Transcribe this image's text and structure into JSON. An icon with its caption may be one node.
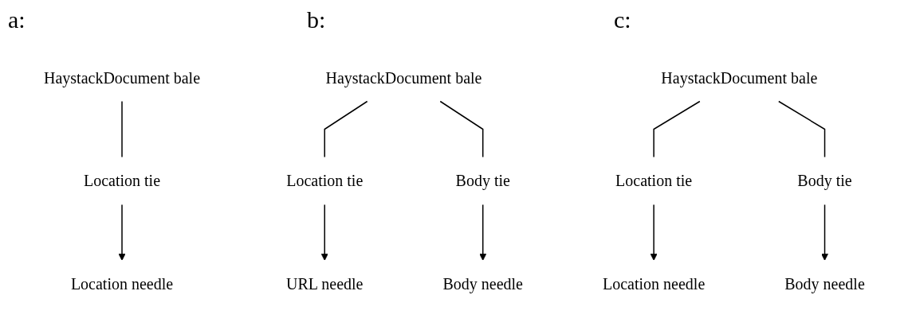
{
  "diagram": {
    "nodes": [
      {
        "text": [
          "HaystackDocument bale"
        ]
      },
      {
        "text": [
          "Location tie"
        ]
      },
      {
        "text": [
          "Location needle"
        ]
      },
      {
        "text": [
          "HaystackDocument bale"
        ]
      },
      {
        "text": [
          "Location tie"
        ]
      },
      {
        "text": [
          "Body tie"
        ]
      },
      {
        "text": [
          "URL needle"
        ]
      },
      {
        "text": [
          "Body needle"
        ]
      },
      {
        "text": [
          "HaystackDocument bale"
        ]
      },
      {
        "text": [
          "Location tie"
        ]
      },
      {
        "text": [
          "Body tie"
        ]
      },
      {
        "text": [
          "Location needle"
        ]
      },
      {
        "text": [
          "Body needle"
        ]
      }
    ],
    "edges": [
      {
        "from": 0,
        "to": 1,
        "arrow": "none"
      },
      {
        "from": 1,
        "to": 2,
        "arrow": "to"
      },
      {
        "from": 3,
        "to": 4,
        "arrow": "none"
      },
      {
        "from": 3,
        "to": 5,
        "arrow": "none"
      },
      {
        "from": 4,
        "to": 6,
        "arrow": "to"
      },
      {
        "from": 5,
        "to": 7,
        "arrow": "to"
      },
      {
        "from": 8,
        "to": 9,
        "arrow": "none"
      },
      {
        "from": 8,
        "to": 10,
        "arrow": "none"
      },
      {
        "from": 9,
        "to": 11,
        "arrow": "to"
      },
      {
        "from": 10,
        "to": 12,
        "arrow": "to"
      }
    ],
    "labels": [
      "a:",
      "b:",
      "c:"
    ]
  }
}
